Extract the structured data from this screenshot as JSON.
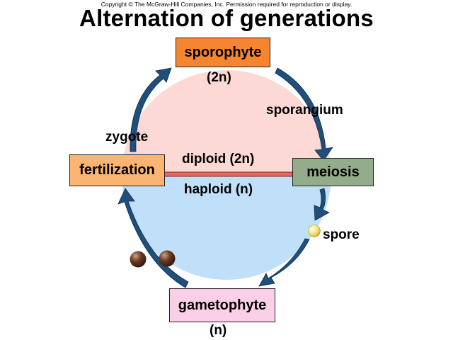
{
  "copyright": "Copyright © The McGraw-Hill Companies, Inc. Permission required for reproduction or display.",
  "title": "Alternation of generations",
  "boxes": {
    "sporophyte": "sporophyte",
    "meiosis": "meiosis",
    "fertilization": "fertilization",
    "gametophyte": "gametophyte"
  },
  "labels": {
    "sporophyte_ploidy": "(2n)",
    "sporangium": "sporangium",
    "zygote": "zygote",
    "diploid": "diploid (2n)",
    "haploid": "haploid (n)",
    "spore": "spore",
    "gametophyte_ploidy": "(n)"
  },
  "colors": {
    "diploid_region": "#fcd9d4",
    "haploid_region": "#bfe0f8",
    "sporophyte_box": "#f5862f",
    "meiosis_box": "#93ad8a",
    "fertilization_box": "#fbb472",
    "gametophyte_box": "#fbd0e6",
    "arrow": "#1f4f7a",
    "divider": "#e8685f"
  }
}
